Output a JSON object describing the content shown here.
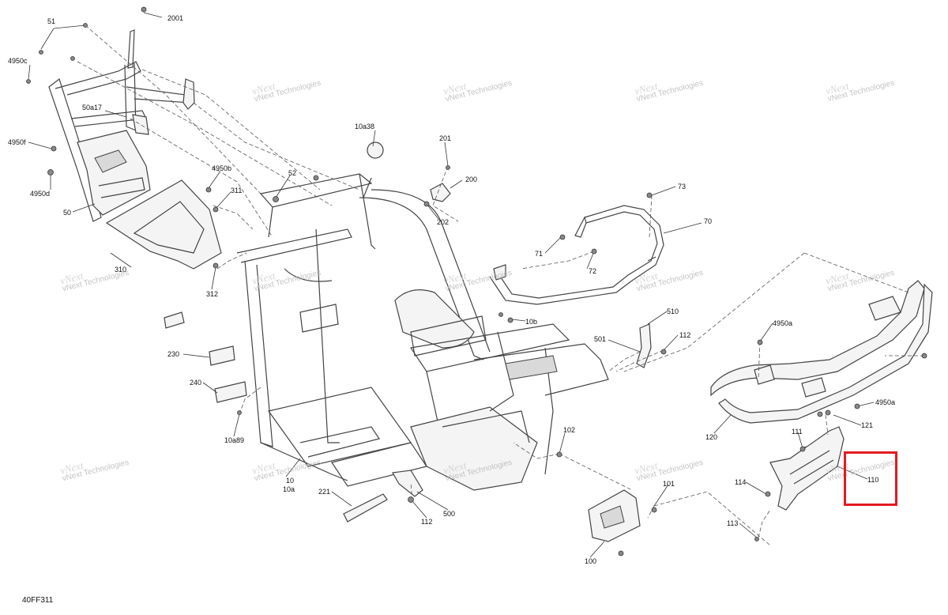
{
  "diagram": {
    "figure_code": "40FF311",
    "highlight_color": "#e31b23",
    "highlighted_part": "110",
    "callouts": [
      {
        "id": "c-2001",
        "text": "2001"
      },
      {
        "id": "c-51",
        "text": "51"
      },
      {
        "id": "c-4950c",
        "text": "4950c"
      },
      {
        "id": "c-50a17",
        "text": "50a17"
      },
      {
        "id": "c-4950f",
        "text": "4950f"
      },
      {
        "id": "c-4950d",
        "text": "4950d"
      },
      {
        "id": "c-50",
        "text": "50"
      },
      {
        "id": "c-10a38",
        "text": "10a38"
      },
      {
        "id": "c-201",
        "text": "201"
      },
      {
        "id": "c-200",
        "text": "200"
      },
      {
        "id": "c-202",
        "text": "202"
      },
      {
        "id": "c-4950b",
        "text": "4950b"
      },
      {
        "id": "c-311",
        "text": "311"
      },
      {
        "id": "c-52",
        "text": "52"
      },
      {
        "id": "c-310",
        "text": "310"
      },
      {
        "id": "c-312",
        "text": "312"
      },
      {
        "id": "c-73",
        "text": "73"
      },
      {
        "id": "c-70",
        "text": "70"
      },
      {
        "id": "c-71",
        "text": "71"
      },
      {
        "id": "c-72",
        "text": "72"
      },
      {
        "id": "c-10b",
        "text": "10b"
      },
      {
        "id": "c-230",
        "text": "230"
      },
      {
        "id": "c-240",
        "text": "240"
      },
      {
        "id": "c-10a89",
        "text": "10a89"
      },
      {
        "id": "c-510",
        "text": "510"
      },
      {
        "id": "c-501",
        "text": "501"
      },
      {
        "id": "c-112a",
        "text": "112"
      },
      {
        "id": "c-4950a-1",
        "text": "4950a"
      },
      {
        "id": "c-4950a-2",
        "text": "4950a"
      },
      {
        "id": "c-121",
        "text": "121"
      },
      {
        "id": "c-120",
        "text": "120"
      },
      {
        "id": "c-111",
        "text": "111"
      },
      {
        "id": "c-102",
        "text": "102"
      },
      {
        "id": "c-10",
        "text": "10"
      },
      {
        "id": "c-10a",
        "text": "10a"
      },
      {
        "id": "c-221",
        "text": "221"
      },
      {
        "id": "c-112b",
        "text": "112"
      },
      {
        "id": "c-500",
        "text": "500"
      },
      {
        "id": "c-101",
        "text": "101"
      },
      {
        "id": "c-114",
        "text": "114"
      },
      {
        "id": "c-110",
        "text": "110"
      },
      {
        "id": "c-113",
        "text": "113"
      },
      {
        "id": "c-100",
        "text": "100"
      }
    ],
    "watermark": {
      "logo": "vNext",
      "text": "vNext Technologies"
    }
  }
}
